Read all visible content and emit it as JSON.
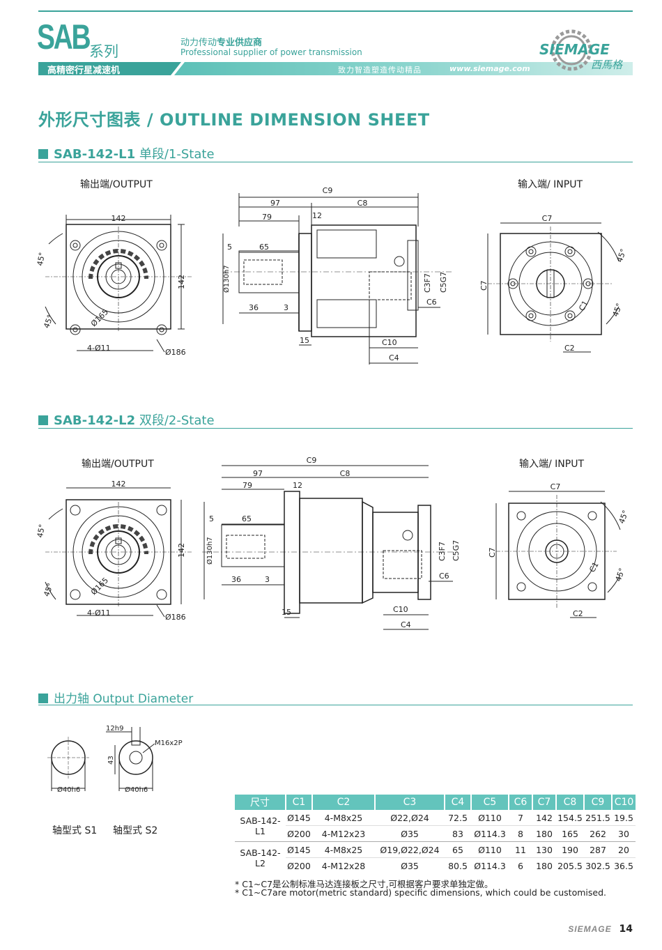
{
  "header": {
    "brand_series": "SAB",
    "series_suffix": "系列",
    "tagline_cn_prefix": "动力传动",
    "tagline_cn_bold": "专业供应商",
    "tagline_en": "Professional supplier of power transmission",
    "subtitle": "高精密行星减速机",
    "motto": "致力智造塑造传动精品",
    "website": "www.siemage.com",
    "logo_text": "SIEMAGE",
    "logo_cn": "西馬格",
    "accent_color": "#3aa39a"
  },
  "page_title": "外形尺寸图表 / OUTLINE DIMENSION SHEET",
  "section1": {
    "model": "SAB-142-L1",
    "state": "单段/1-State",
    "output_label": "输出端/OUTPUT",
    "input_label": "输入端/ INPUT"
  },
  "section2": {
    "model": "SAB-142-L2",
    "state": "双段/2-State",
    "output_label": "输出端/OUTPUT",
    "input_label": "输入端/ INPUT"
  },
  "drawing_labels": {
    "flange": "142",
    "flange_side": "142",
    "angle": "45°",
    "pcd": "Ø165",
    "holes": "4-Ø11",
    "diag": "Ø186",
    "c9": "C9",
    "c8": "C8",
    "c7": "C7",
    "c6": "C6",
    "c5": "C5G7",
    "c3": "C3F7",
    "c4": "C4",
    "c10": "C10",
    "c2": "C2",
    "c1": "C1",
    "d97": "97",
    "d79": "79",
    "d12": "12",
    "d5": "5",
    "d65": "65",
    "d36": "36",
    "d3": "3",
    "d15": "15",
    "pilot": "Ø130h7"
  },
  "section3": {
    "title": "出力轴 Output Diameter",
    "s1_dia": "Ø40h6",
    "s2_dia": "Ø40h6",
    "s2_key": "12h9",
    "s2_height": "43",
    "s2_thread": "M16x2P",
    "s1_label": "轴型式 S1",
    "s2_label": "轴型式 S2"
  },
  "table": {
    "headers": [
      "尺寸",
      "C1",
      "C2",
      "C3",
      "C4",
      "C5",
      "C6",
      "C7",
      "C8",
      "C9",
      "C10"
    ],
    "groups": [
      {
        "model": "SAB-142-L1",
        "rows": [
          [
            "Ø145",
            "4-M8x25",
            "Ø22,Ø24",
            "72.5",
            "Ø110",
            "7",
            "142",
            "154.5",
            "251.5",
            "19.5"
          ],
          [
            "Ø200",
            "4-M12x23",
            "Ø35",
            "83",
            "Ø114.3",
            "8",
            "180",
            "165",
            "262",
            "30"
          ]
        ]
      },
      {
        "model": "SAB-142-L2",
        "rows": [
          [
            "Ø145",
            "4-M8x25",
            "Ø19,Ø22,Ø24",
            "65",
            "Ø110",
            "11",
            "130",
            "190",
            "287",
            "20"
          ],
          [
            "Ø200",
            "4-M12x28",
            "Ø35",
            "80.5",
            "Ø114.3",
            "6",
            "180",
            "205.5",
            "302.5",
            "36.5"
          ]
        ]
      }
    ]
  },
  "notes": {
    "cn": "* C1~C7是公制标准马达连接板之尺寸,可根据客户要求单独定做。",
    "en": "* C1~C7are motor(metric standard)  specific dimensions, which could be customised."
  },
  "footer": {
    "brand": "SIEMAGE",
    "page": "14"
  }
}
